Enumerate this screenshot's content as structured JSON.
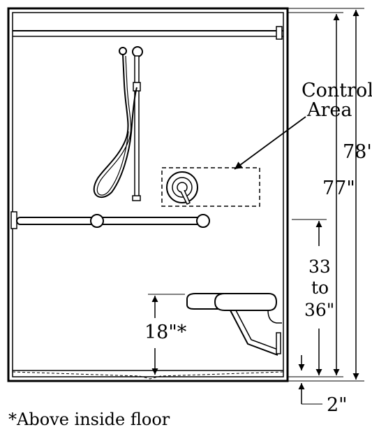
{
  "labels": {
    "control_line1": "Control",
    "control_line2": "Area",
    "dim_78": "78\"",
    "dim_77": "77\"",
    "dim_33": "33",
    "dim_to": "to",
    "dim_36": "36\"",
    "dim_18": "18\"*",
    "dim_2": "2\"",
    "footnote": "*Above inside floor"
  },
  "colors": {
    "line": "#000000",
    "background": "#ffffff"
  }
}
